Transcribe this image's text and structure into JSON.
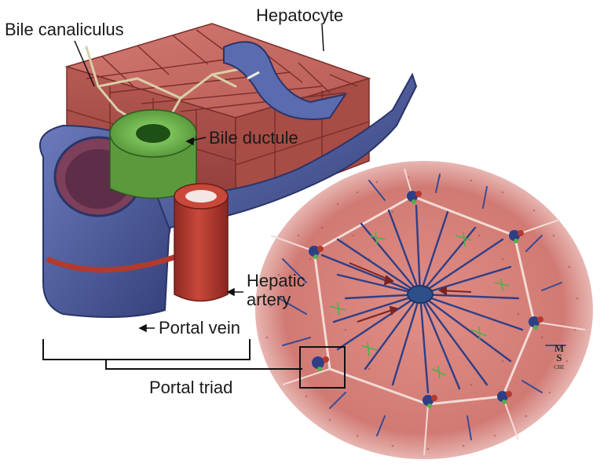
{
  "labels": {
    "bile_canaliculus": "Bile canaliculus",
    "hepatocyte": "Hepatocyte",
    "bile_ductule": "Bile ductule",
    "hepatic_artery_line1": "Hepatic",
    "hepatic_artery_line2": "artery",
    "portal_vein": "Portal vein",
    "portal_triad": "Portal triad"
  },
  "signature": {
    "line1": "M",
    "line2": "S",
    "line3": "CBE"
  },
  "colors": {
    "hepatocyte": "#c96a64",
    "hepatocyte_dark": "#9c4440",
    "vein_blue": "#4a5a9a",
    "vein_dark": "#2a3468",
    "artery_red": "#b23a2e",
    "ductule_green": "#6aab46",
    "lobule_bg": "#d9847e",
    "central_vein": "#2d4f8a",
    "canaliculus_green": "#55b04a",
    "label_text": "#1a1a1a"
  }
}
